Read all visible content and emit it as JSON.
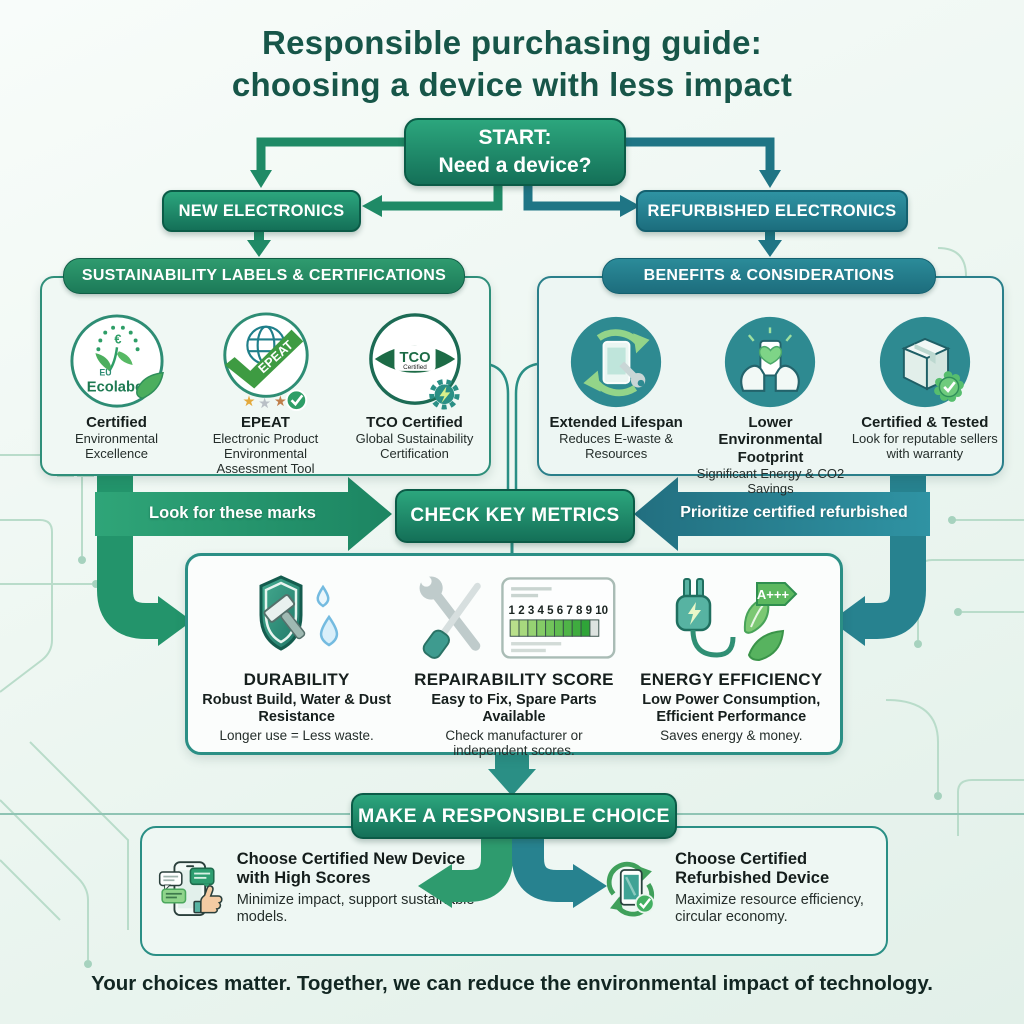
{
  "title": {
    "line1": "Responsible purchasing guide:",
    "line2": "choosing a device with less impact"
  },
  "start_node": {
    "line1": "START:",
    "line2": "Need a device?"
  },
  "branch_new": {
    "label": "NEW ELECTRONICS"
  },
  "branch_refurbished": {
    "label": "REFURBISHED ELECTRONICS"
  },
  "labels_panel": {
    "header": "SUSTAINABILITY LABELS & CERTIFICATIONS",
    "items": [
      {
        "icon": "eu-ecolabel-icon",
        "badge_top": "EU",
        "badge_text": "Ecolabel",
        "title": "Certified",
        "subtitle": "Environmental Excellence"
      },
      {
        "icon": "epeat-icon",
        "badge_text": "EPEAT",
        "title": "EPEAT",
        "subtitle": "Electronic Product Environmental Assessment Tool"
      },
      {
        "icon": "tco-certified-icon",
        "badge_text": "TCO",
        "badge_sub": "Certified",
        "title": "TCO Certified",
        "subtitle": "Global Sustainability Certification"
      }
    ]
  },
  "benefits_panel": {
    "header": "BENEFITS & CONSIDERATIONS",
    "items": [
      {
        "icon": "extended-lifespan-icon",
        "title": "Extended Lifespan",
        "subtitle": "Reduces E-waste & Resources"
      },
      {
        "icon": "lower-footprint-icon",
        "title": "Lower Environmental Footprint",
        "subtitle": "Significant Energy & CO2 Savings"
      },
      {
        "icon": "certified-tested-icon",
        "title": "Certified & Tested",
        "subtitle": "Look for reputable sellers with warranty"
      }
    ]
  },
  "middle": {
    "left_arrow_label": "Look for these marks",
    "center_label": "CHECK KEY METRICS",
    "right_arrow_label": "Prioritize certified refurbished"
  },
  "metrics_panel": {
    "items": [
      {
        "icon": "durability-icon",
        "title": "DURABILITY",
        "subtitle": "Robust Build, Water & Dust Resistance",
        "note": "Longer use = Less waste."
      },
      {
        "icon": "repairability-icon",
        "title": "REPAIRABILITY SCORE",
        "subtitle": "Easy to Fix, Spare Parts Available",
        "note": "Check manufacturer or independent scores.",
        "scale": "1 2 3 4 5 6 7 8 9 10"
      },
      {
        "icon": "energy-efficiency-icon",
        "title": "ENERGY EFFICIENCY",
        "subtitle": "Low Power Consumption, Efficient Performance",
        "note": "Saves energy & money.",
        "tag": "A+++"
      }
    ]
  },
  "decision": {
    "header": "MAKE A RESPONSIBLE CHOICE",
    "options": [
      {
        "icon": "new-device-icon",
        "title": "Choose Certified New Device with High Scores",
        "description": "Minimize impact, support sustainable models."
      },
      {
        "icon": "refurbished-device-icon",
        "title": "Choose Certified Refurbished Device",
        "description": "Maximize resource efficiency, circular economy."
      }
    ]
  },
  "footer": "Your choices matter. Together, we can reduce the environmental impact of technology.",
  "colors": {
    "green": "#1f8a66",
    "green_dark": "#0b5b47",
    "teal": "#27828f",
    "teal_dark": "#14606f",
    "panel_bg": "#eff8f3",
    "trace": "#b9dcca",
    "text_dark": "#1a2421",
    "title_text": "#175649"
  }
}
